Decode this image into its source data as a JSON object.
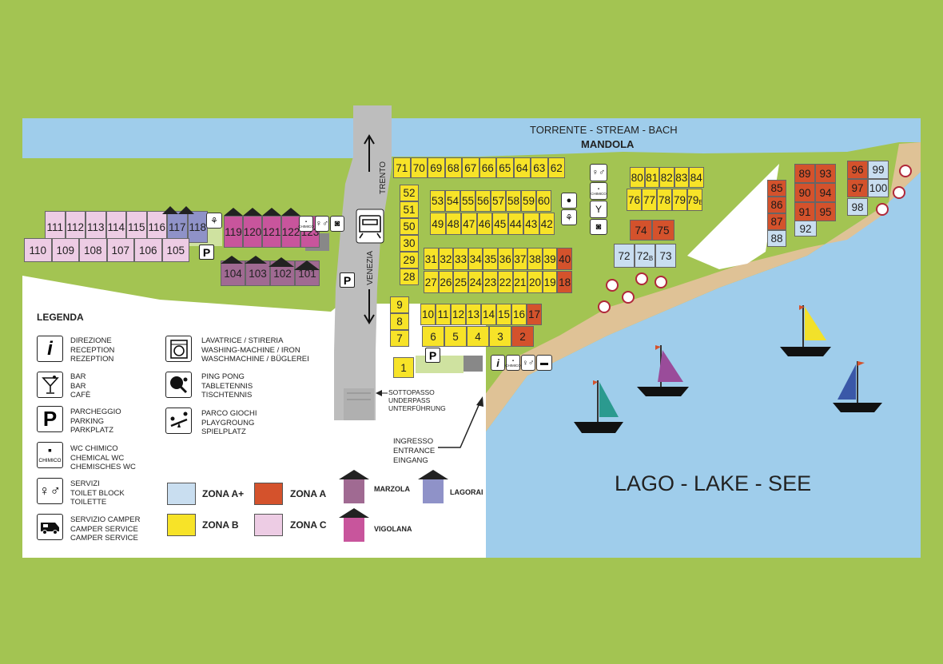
{
  "labels": {
    "stream_line1": "TORRENTE - STREAM - BACH",
    "stream_line2": "MANDOLA",
    "lake": "LAGO - LAKE - SEE",
    "trento": "TRENTO",
    "venezia": "VENEZIA",
    "underpass": [
      "SOTTOPASSO",
      "UNDERPASS",
      "UNTERFÜHRUNG"
    ],
    "entrance": [
      "INGRESSO",
      "ENTRANCE",
      "EINGANG"
    ],
    "chimico_small": "CHIMICO",
    "parking_letter": "P",
    "info_letter": "i"
  },
  "legend": {
    "title": "LEGENDA",
    "left": [
      {
        "icon": "info-icon",
        "lines": [
          "DIREZIONE",
          "RECEPTION",
          "REZEPTION"
        ]
      },
      {
        "icon": "cocktail-icon",
        "lines": [
          "BAR",
          "BAR",
          "CAFÈ"
        ]
      },
      {
        "icon": "parking-icon",
        "lines": [
          "PARCHEGGIO",
          "PARKING",
          "PARKPLATZ"
        ]
      },
      {
        "icon": "chemical-wc-icon",
        "lines": [
          "WC CHIMICO",
          "CHEMICAL WC",
          "CHEMISCHES WC"
        ]
      },
      {
        "icon": "toilet-icon",
        "lines": [
          "SERVIZI",
          "TOILET BLOCK",
          "TOILETTE"
        ]
      },
      {
        "icon": "camper-icon",
        "lines": [
          "SERVIZIO CAMPER",
          "CAMPER SERVICE",
          "CAMPER SERVICE"
        ]
      }
    ],
    "right": [
      {
        "icon": "washing-machine-icon",
        "lines": [
          "LAVATRICE / STIRERIA",
          "WASHING-MACHINE / IRON",
          "WASCHMACHINE / BÜGLEREI"
        ]
      },
      {
        "icon": "ping-pong-icon",
        "lines": [
          "PING PONG",
          "TABLETENNIS",
          "TISCHTENNIS"
        ]
      },
      {
        "icon": "playground-icon",
        "lines": [
          "PARCO GIOCHI",
          "PLAYGROUNG",
          "SPIELPLATZ"
        ]
      }
    ],
    "zones": [
      {
        "label": "ZONA A+",
        "color": "#c9def0"
      },
      {
        "label": "ZONA A",
        "color": "#d4522c"
      },
      {
        "label": "ZONA B",
        "color": "#f7e328"
      },
      {
        "label": "ZONA C",
        "color": "#edcce4"
      }
    ],
    "huts": [
      {
        "label": "MARZOLA",
        "color": "#a06a92"
      },
      {
        "label": "LAGORAI",
        "color": "#8f92c8"
      },
      {
        "label": "VIGOLANA",
        "color": "#c8559c"
      }
    ]
  },
  "colors": {
    "grass": "#a3c452",
    "water": "#9fcdeb",
    "road": "#bdbdbd",
    "beach": "#dfc296",
    "zone_a_plus": "#c9def0",
    "zone_a": "#d4522c",
    "zone_b": "#f7e328",
    "zone_c": "#edcce4",
    "marzola": "#a06a92",
    "lagorai": "#8f92c8",
    "vigolana": "#c8559c"
  },
  "pitches": {
    "row_71_62": [
      "71",
      "70",
      "69",
      "68",
      "67",
      "66",
      "65",
      "64",
      "63",
      "62"
    ],
    "row_53_60": [
      "53",
      "54",
      "55",
      "56",
      "57",
      "58",
      "59",
      "60"
    ],
    "row_49_42": [
      "49",
      "48",
      "47",
      "46",
      "45",
      "44",
      "43",
      "42"
    ],
    "col_52_27": [
      "52",
      "51",
      "50",
      "30",
      "29",
      "28"
    ],
    "col_9_7": [
      "9",
      "8",
      "7"
    ],
    "row_31_40": [
      "31",
      "32",
      "33",
      "34",
      "35",
      "36",
      "37",
      "38",
      "39",
      "40"
    ],
    "row_27_18": [
      "27",
      "26",
      "25",
      "24",
      "23",
      "22",
      "21",
      "20",
      "19",
      "18"
    ],
    "row_10_17": [
      "10",
      "11",
      "12",
      "13",
      "14",
      "15",
      "16",
      "17"
    ],
    "row_6_2": [
      "6",
      "5",
      "4",
      "3",
      "2"
    ],
    "single_1": "1",
    "row_80_84": [
      "80",
      "81",
      "82",
      "83",
      "84"
    ],
    "row_76_79b": [
      "76",
      "77",
      "78",
      "79",
      "79B"
    ],
    "col_85_88": [
      "85",
      "86",
      "87",
      "88"
    ],
    "pair_74_75": [
      "74",
      "75"
    ],
    "row_72_73": [
      "72",
      "72B",
      "73"
    ],
    "grid_89_95": [
      "89",
      "93",
      "90",
      "94",
      "91",
      "95"
    ],
    "single_92": "92",
    "grid_96_100": [
      "96",
      "99",
      "97",
      "100"
    ],
    "single_98": "98",
    "row_111_118": [
      "111",
      "112",
      "113",
      "114",
      "115",
      "116",
      "117",
      "118"
    ],
    "row_119_123": [
      "119",
      "120",
      "121",
      "122",
      "123"
    ],
    "row_110_105": [
      "110",
      "109",
      "108",
      "107",
      "106",
      "105"
    ],
    "row_104_101": [
      "104",
      "103",
      "102",
      "101"
    ]
  }
}
